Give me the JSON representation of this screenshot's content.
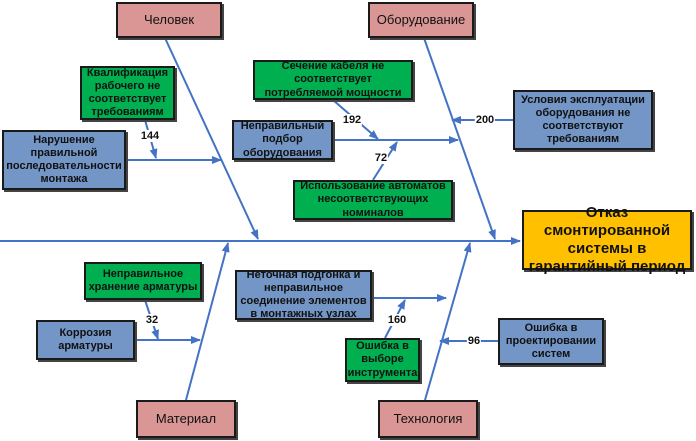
{
  "effect": "Отказ смонтированной системы в гарантийный период",
  "categories": {
    "person": "Человек",
    "equipment": "Оборудование",
    "material": "Материал",
    "technology": "Технология"
  },
  "causes": {
    "installation_sequence": "Нарушение правильной последовательности монтажа",
    "worker_qualification": "Квалификация рабочего не соответствует требованиям",
    "equipment_selection": "Неправильный подбор оборудования",
    "cable_section": "Сечение кабеля не соответствует потребляемой мощности",
    "breakers": "Использование автоматов несоответствующих номиналов",
    "operating_conditions": "Условия эксплуатации оборудования не соответствуют требованиям",
    "storage": "Неправильное хранение арматуры",
    "corrosion": "Коррозия арматуры",
    "fitting": "Неточная подгонка и неправильное соединение элементов в монтажных узлах",
    "tool_choice": "Ошибка в выборе инструмента",
    "design_error": "Ошибка в проектировании систем"
  },
  "scores": {
    "worker_qualification": "144",
    "cable_section": "192",
    "breakers": "72",
    "operating_conditions": "200",
    "storage": "32",
    "tool_choice": "160",
    "design_error": "96"
  },
  "colors": {
    "category": "#D99694",
    "cause": "#7396C6",
    "sub_cause": "#00B050",
    "effect": "#FFC000",
    "line": "#4472C4"
  }
}
